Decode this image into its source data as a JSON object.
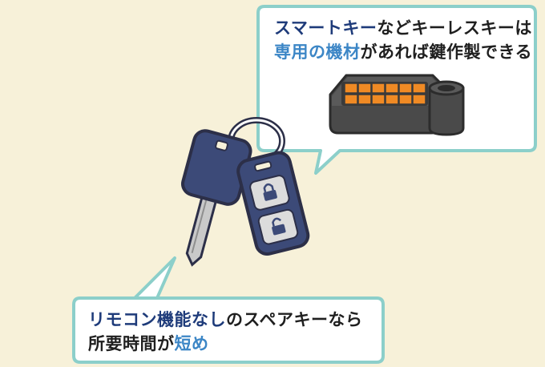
{
  "colors": {
    "background": "#f7f1d9",
    "bubble_border": "#8ccfca",
    "highlight_navy": "#1e3b7a",
    "highlight_blue": "#3c86c6",
    "key_body": "#3c4a78",
    "key_blade": "#c9c9c9",
    "machine_dark": "#4a4a4a",
    "machine_keys": "#f08a24"
  },
  "icons": [
    "car-key-icon",
    "key-fob-icon",
    "lock-closed-icon",
    "lock-open-icon",
    "key-cutting-machine-icon"
  ],
  "top_bubble": {
    "line1_hl": "スマートキー",
    "line1_rest": "などキーレスキーは",
    "line2_hl": "専用の機材",
    "line2_rest": "があれば鍵作製できる"
  },
  "bottom_bubble": {
    "line1_hl": "リモコン機能なし",
    "line1_rest": "のスペアキーなら",
    "line2_rest": "所要時間が",
    "line2_hl": "短め"
  }
}
